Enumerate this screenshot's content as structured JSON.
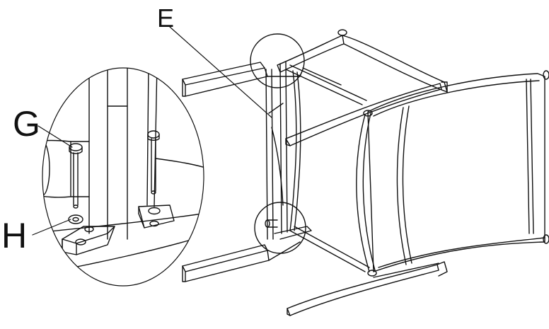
{
  "labels": {
    "part_e": "E",
    "part_g": "G",
    "part_h": "H"
  },
  "colors": {
    "line": "#111111",
    "background": "#ffffff"
  }
}
